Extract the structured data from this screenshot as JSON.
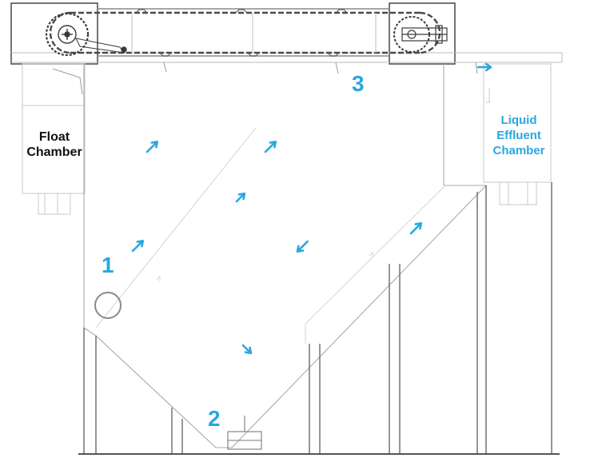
{
  "colors": {
    "line": "#9c9c9c",
    "light_line": "#d2d2d2",
    "dark": "#3a3a3a",
    "accent": "#29a8e0",
    "label": "#111111"
  },
  "labels": {
    "float_chamber": [
      "Float",
      "Chamber"
    ],
    "liquid_effluent_chamber": [
      "Liquid",
      "Effluent",
      "Chamber"
    ]
  },
  "markers": {
    "inlet": "1",
    "bottom": "2",
    "top": "3"
  },
  "flow_arrows": [
    {
      "name": "flow-arrow-upper-left",
      "direction": "up-right"
    },
    {
      "name": "flow-arrow-upper-middle",
      "direction": "up-right"
    },
    {
      "name": "flow-arrow-middle",
      "direction": "up-right"
    },
    {
      "name": "flow-arrow-lower-left",
      "direction": "up-right"
    },
    {
      "name": "flow-arrow-right",
      "direction": "up-right"
    },
    {
      "name": "flow-arrow-down-left",
      "direction": "down-left"
    },
    {
      "name": "flow-arrow-down-right",
      "direction": "down-right"
    },
    {
      "name": "flow-arrow-outlet",
      "direction": "right"
    }
  ]
}
